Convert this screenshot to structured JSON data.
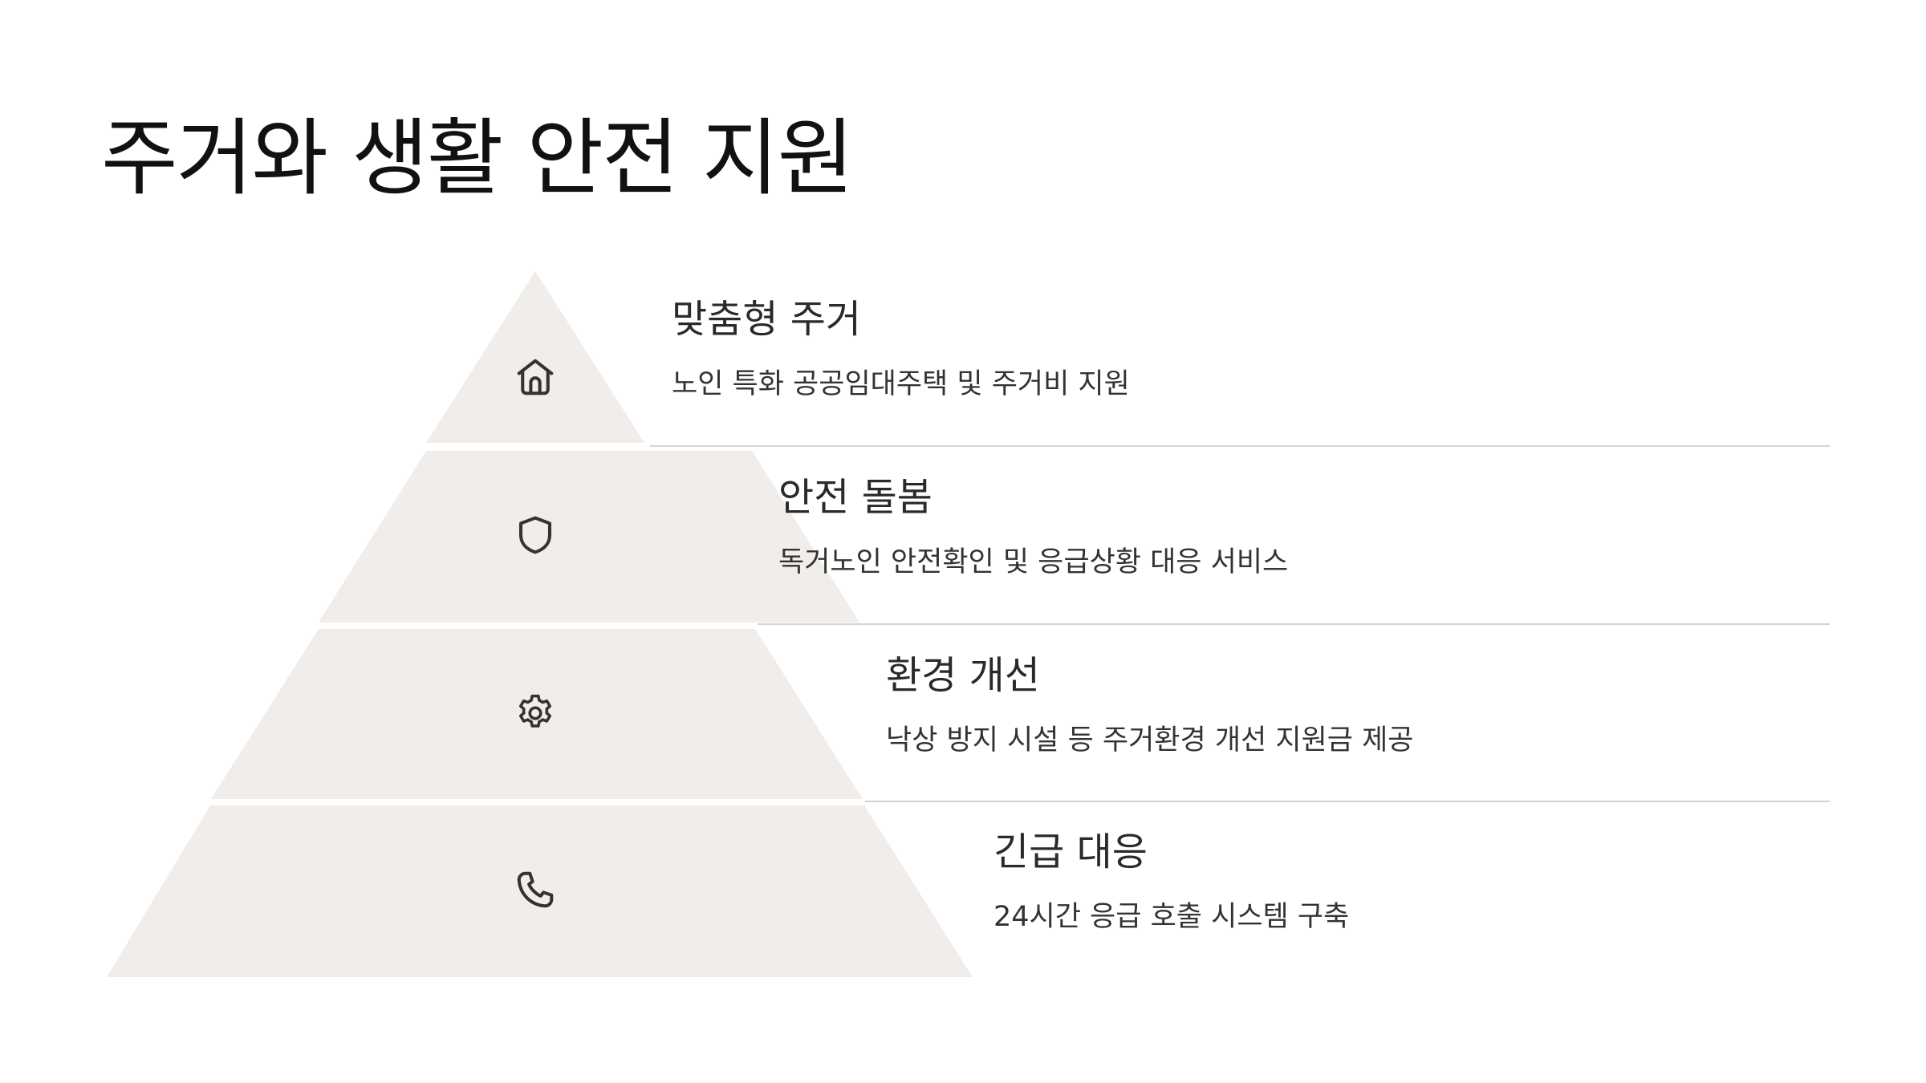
{
  "title": "주거와 생활 안전 지원",
  "colors": {
    "tier_fill": "#f0edeb",
    "divider": "#d3d3d3",
    "icon_stroke": "#333333",
    "title_text": "#111111"
  },
  "levels": [
    {
      "icon": "home-icon",
      "title": "맞춤형 주거",
      "description": "노인 특화 공공임대주택 및 주거비 지원"
    },
    {
      "icon": "shield-icon",
      "title": "안전 돌봄",
      "description": "독거노인 안전확인 및 응급상황 대응 서비스"
    },
    {
      "icon": "gear-icon",
      "title": "환경 개선",
      "description": "낙상 방지 시설 등 주거환경 개선 지원금 제공"
    },
    {
      "icon": "phone-icon",
      "title": "긴급 대응",
      "description": "24시간 응급 호출 시스템 구축"
    }
  ]
}
